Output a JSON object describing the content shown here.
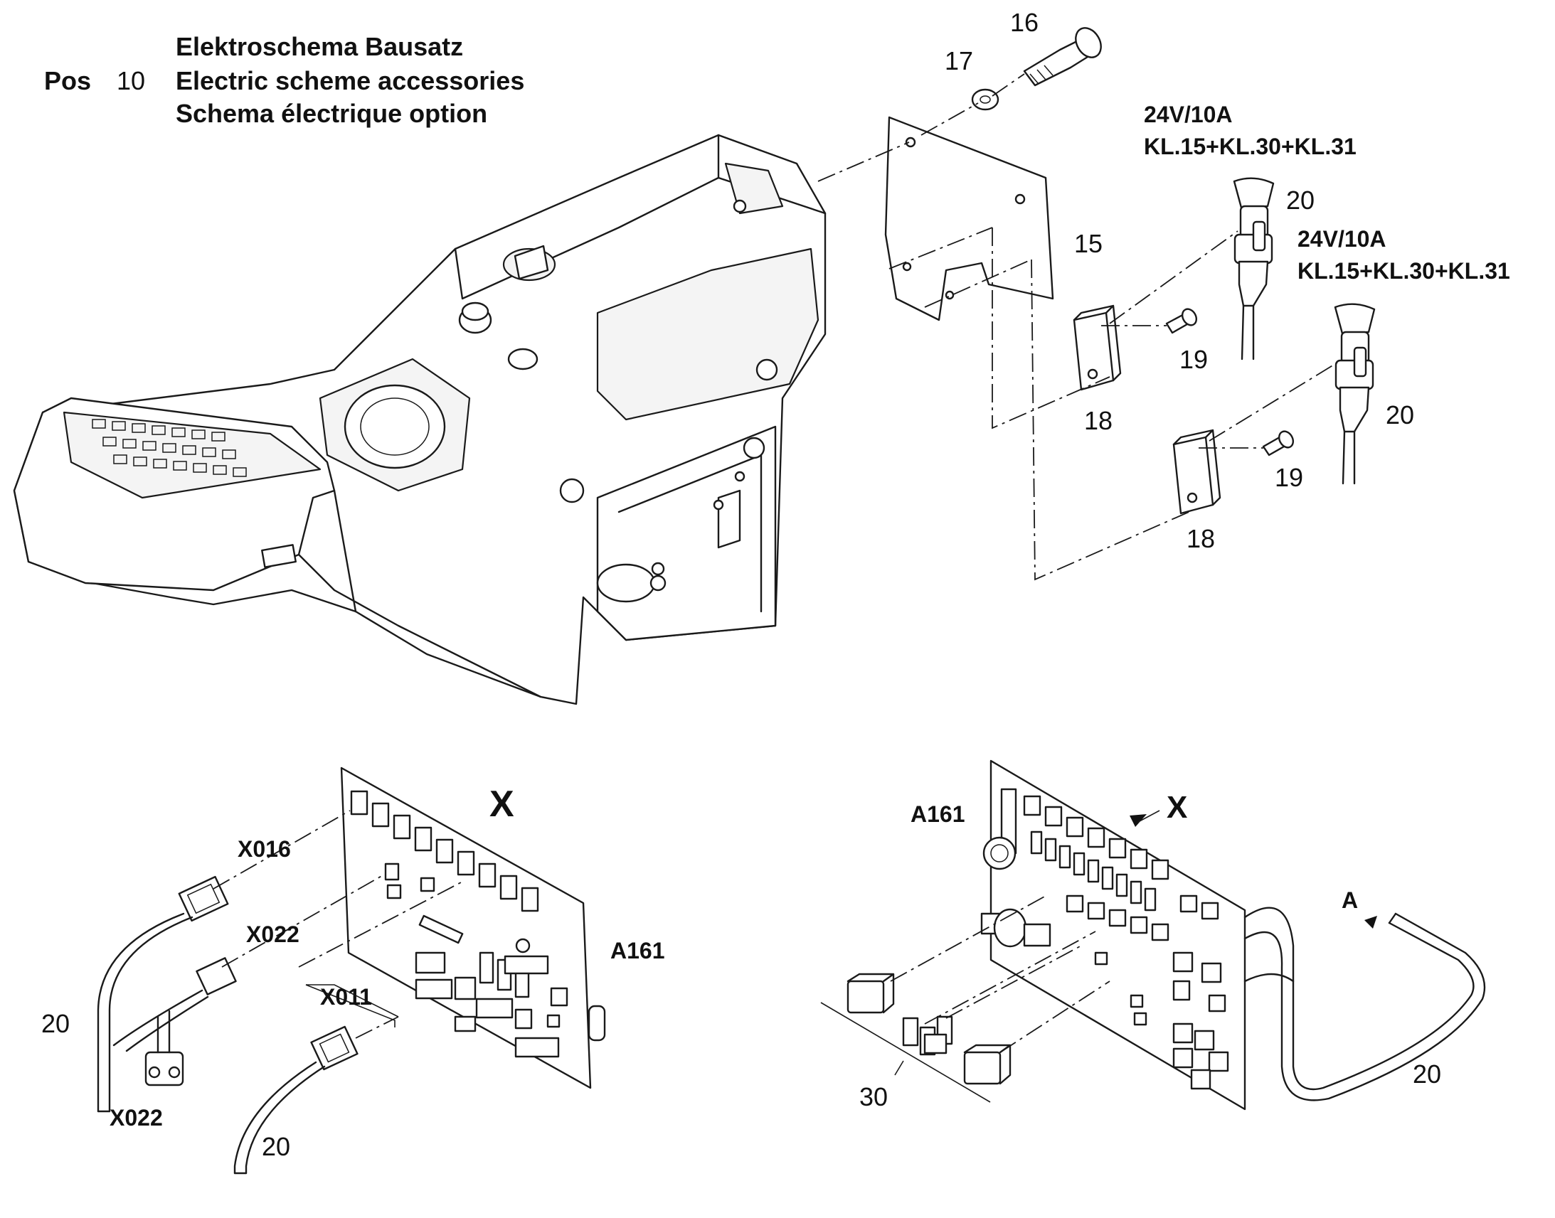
{
  "header": {
    "pos_label": "Pos",
    "pos_number": "10",
    "title_de": "Elektroschema Bausatz",
    "title_en": "Electric scheme accessories",
    "title_fr": "Schema électrique option"
  },
  "top_assembly": {
    "callouts": [
      "16",
      "17",
      "15",
      "20",
      "20",
      "19",
      "19",
      "18",
      "18"
    ],
    "rating_line1": "24V/10A",
    "rating_line2": "KL.15+KL.30+KL.31"
  },
  "board_left": {
    "view_letter": "X",
    "board_label": "A161",
    "connectors": [
      "X016",
      "X022",
      "X011",
      "X022"
    ],
    "callouts": [
      "20",
      "20"
    ]
  },
  "board_right": {
    "view_letter": "X",
    "board_label": "A161",
    "detail_letter": "A",
    "callouts": [
      "30",
      "20"
    ]
  }
}
